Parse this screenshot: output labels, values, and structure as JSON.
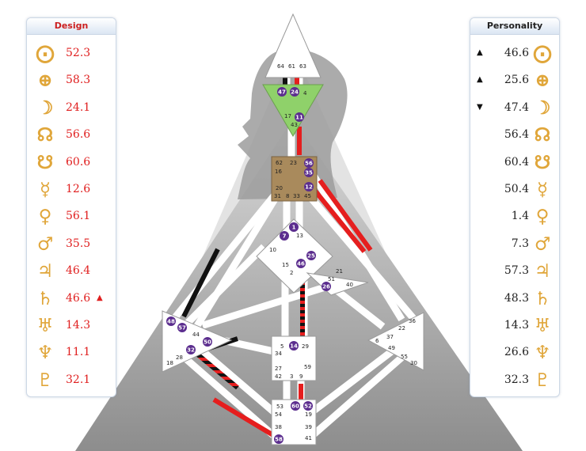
{
  "design": {
    "title": "Design",
    "rows": [
      {
        "icon": "sun-icon",
        "glyph": "⨀",
        "value": "52.3",
        "arrow": ""
      },
      {
        "icon": "earth-icon",
        "glyph": "⊕",
        "value": "58.3",
        "arrow": ""
      },
      {
        "icon": "moon-icon",
        "glyph": "☽",
        "value": "24.1",
        "arrow": ""
      },
      {
        "icon": "north-node-icon",
        "glyph": "☊",
        "value": "56.6",
        "arrow": ""
      },
      {
        "icon": "south-node-icon",
        "glyph": "☋",
        "value": "60.6",
        "arrow": ""
      },
      {
        "icon": "mercury-icon",
        "glyph": "☿",
        "value": "12.6",
        "arrow": ""
      },
      {
        "icon": "venus-icon",
        "glyph": "♀",
        "value": "56.1",
        "arrow": ""
      },
      {
        "icon": "mars-icon",
        "glyph": "♂",
        "value": "35.5",
        "arrow": ""
      },
      {
        "icon": "jupiter-icon",
        "glyph": "♃",
        "value": "46.4",
        "arrow": ""
      },
      {
        "icon": "saturn-icon",
        "glyph": "♄",
        "value": "46.6",
        "arrow": "▲"
      },
      {
        "icon": "uranus-icon",
        "glyph": "♅",
        "value": "14.3",
        "arrow": ""
      },
      {
        "icon": "neptune-icon",
        "glyph": "♆",
        "value": "11.1",
        "arrow": ""
      },
      {
        "icon": "pluto-icon",
        "glyph": "♇",
        "value": "32.1",
        "arrow": ""
      }
    ]
  },
  "personality": {
    "title": "Personality",
    "rows": [
      {
        "icon": "sun-icon",
        "glyph": "⨀",
        "value": "46.6",
        "arrow": "▲"
      },
      {
        "icon": "earth-icon",
        "glyph": "⊕",
        "value": "25.6",
        "arrow": "▲"
      },
      {
        "icon": "moon-icon",
        "glyph": "☽",
        "value": "47.4",
        "arrow": "▼"
      },
      {
        "icon": "north-node-icon",
        "glyph": "☊",
        "value": "56.4",
        "arrow": ""
      },
      {
        "icon": "south-node-icon",
        "glyph": "☋",
        "value": "60.4",
        "arrow": ""
      },
      {
        "icon": "mercury-icon",
        "glyph": "☿",
        "value": "50.4",
        "arrow": ""
      },
      {
        "icon": "venus-icon",
        "glyph": "♀",
        "value": "1.4",
        "arrow": ""
      },
      {
        "icon": "mars-icon",
        "glyph": "♂",
        "value": "7.3",
        "arrow": ""
      },
      {
        "icon": "jupiter-icon",
        "glyph": "♃",
        "value": "57.3",
        "arrow": ""
      },
      {
        "icon": "saturn-icon",
        "glyph": "♄",
        "value": "48.3",
        "arrow": ""
      },
      {
        "icon": "uranus-icon",
        "glyph": "♅",
        "value": "14.3",
        "arrow": ""
      },
      {
        "icon": "neptune-icon",
        "glyph": "♆",
        "value": "26.6",
        "arrow": ""
      },
      {
        "icon": "pluto-icon",
        "glyph": "♇",
        "value": "32.3",
        "arrow": ""
      }
    ]
  },
  "bodygraph": {
    "colors": {
      "design": "#e51e1e",
      "personality": "#111111",
      "defined_ajna": "#8fd16a",
      "defined_g": "#a98a5c",
      "activation": "#5b2d8e"
    },
    "head_gates": [
      "64",
      "61",
      "63"
    ],
    "ajna_gates": [
      "47",
      "24",
      "4",
      "17",
      "11",
      "43"
    ],
    "throat_gates": [
      "62",
      "23",
      "56",
      "16",
      "35",
      "12",
      "20",
      "31",
      "8",
      "33",
      "45"
    ],
    "g_gates": [
      "1",
      "7",
      "13",
      "10",
      "25",
      "15",
      "2",
      "46"
    ],
    "ego_gates": [
      "21",
      "51",
      "26",
      "40"
    ],
    "spleen_gates": [
      "48",
      "57",
      "44",
      "50",
      "32",
      "28",
      "18"
    ],
    "solar_gates": [
      "36",
      "22",
      "37",
      "6",
      "49",
      "55",
      "30"
    ],
    "sacral_gates": [
      "5",
      "14",
      "29",
      "34",
      "27",
      "42",
      "3",
      "9",
      "59"
    ],
    "root_gates": [
      "53",
      "60",
      "52",
      "54",
      "19",
      "38",
      "39",
      "58",
      "41"
    ]
  }
}
